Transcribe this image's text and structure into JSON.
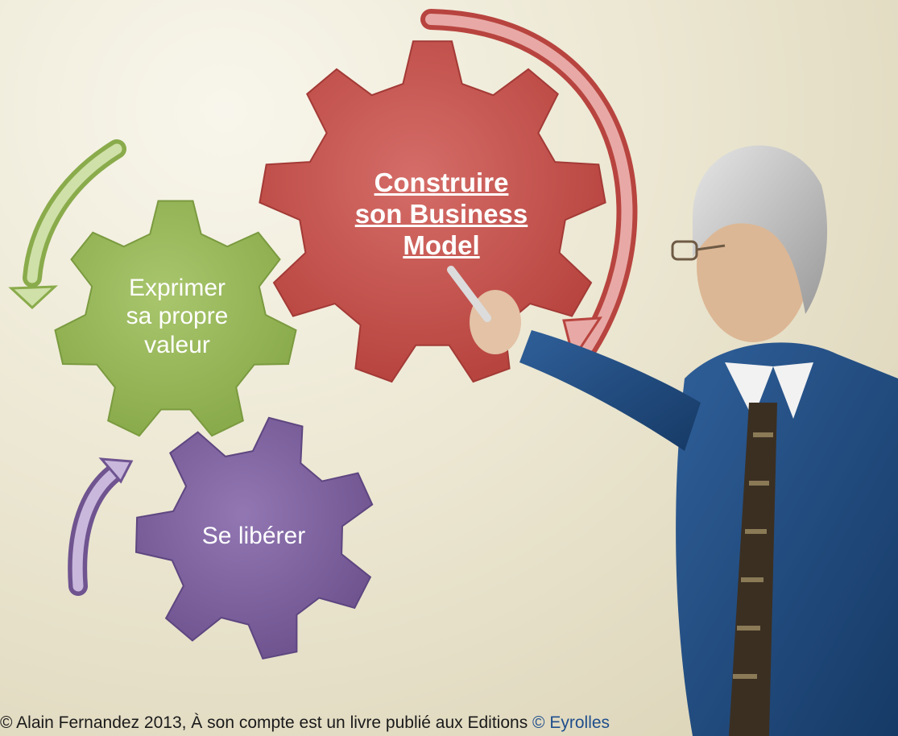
{
  "diagram": {
    "gears": [
      {
        "id": "build",
        "lines": [
          "Construire",
          "son Business",
          "Model"
        ],
        "color": "#c0504d",
        "is_link": true
      },
      {
        "id": "express",
        "lines": [
          "Exprimer",
          "sa propre",
          "valeur"
        ],
        "color": "#9bbb59",
        "is_link": false
      },
      {
        "id": "free",
        "lines": [
          "Se libérer"
        ],
        "color": "#8064a2",
        "is_link": false
      }
    ],
    "arrows": [
      {
        "target": "build",
        "color": "#c0504d"
      },
      {
        "target": "express",
        "color": "#9bbb59"
      },
      {
        "target": "free",
        "color": "#8064a2"
      }
    ]
  },
  "footer": {
    "text": "© Alain Fernandez 2013, À son compte est un livre publié aux Editions",
    "publisher": " © Eyrolles"
  },
  "presenter_icon": "man-pointing-at-gears"
}
